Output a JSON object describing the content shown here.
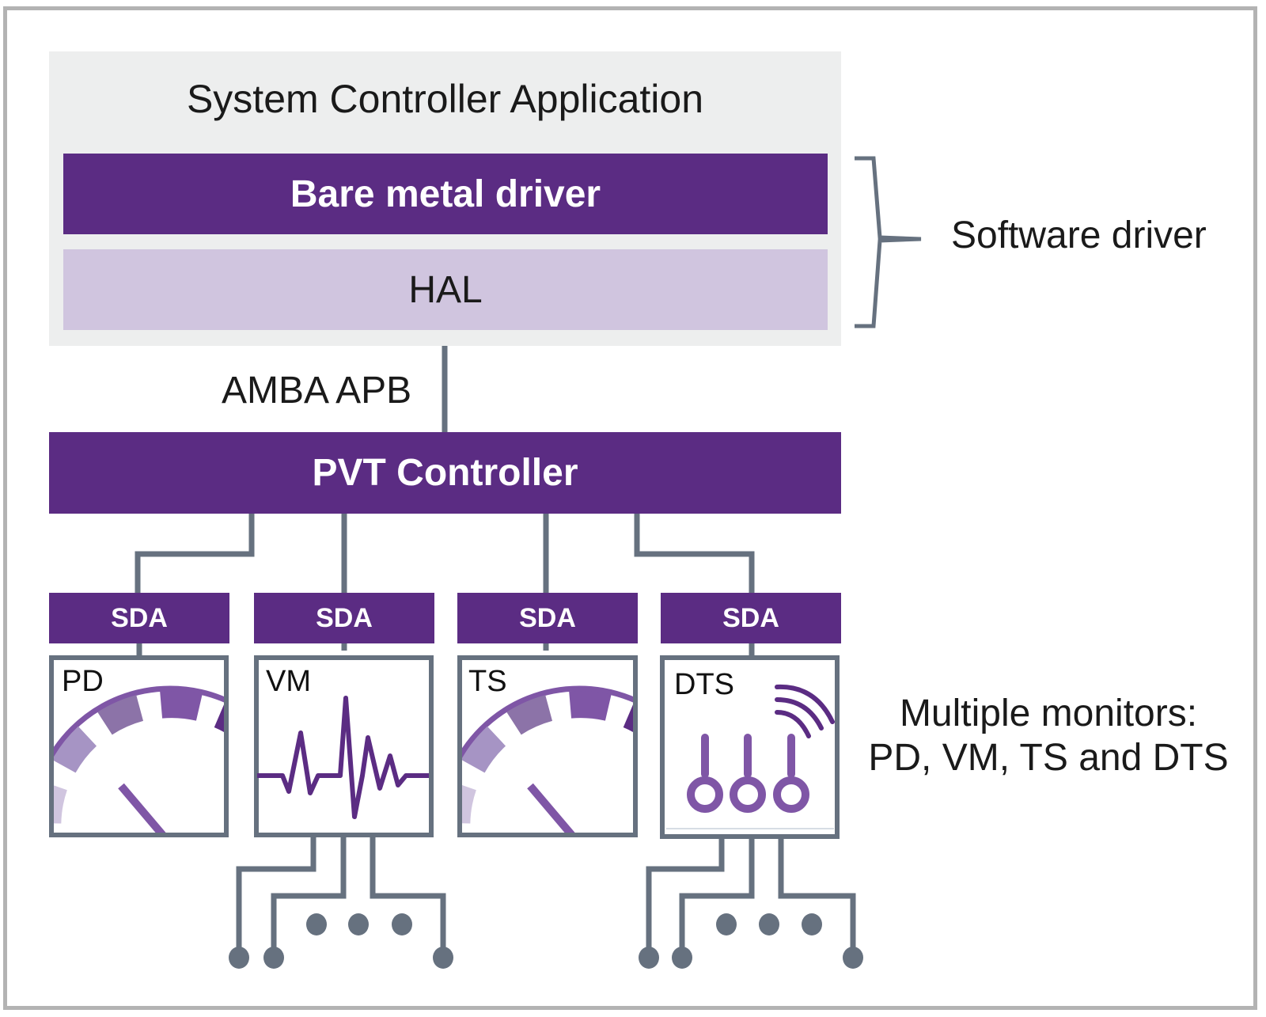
{
  "diagram": {
    "title": "System Controller Application",
    "software_stack": {
      "bare_metal_driver": "Bare metal driver",
      "hal": "HAL",
      "bracket_label": "Software driver"
    },
    "bus_label": "AMBA APB",
    "controller": "PVT Controller",
    "sda_blocks": [
      "SDA",
      "SDA",
      "SDA",
      "SDA"
    ],
    "monitors": [
      {
        "label": "PD",
        "icon": "gauge-icon"
      },
      {
        "label": "VM",
        "icon": "waveform-icon"
      },
      {
        "label": "TS",
        "icon": "gauge-icon"
      },
      {
        "label": "DTS",
        "icon": "thermometers-signal-icon"
      }
    ],
    "monitors_caption_line1": "Multiple monitors:",
    "monitors_caption_line2": "PD, VM, TS and DTS",
    "colors": {
      "primary_purple": "#5b2c83",
      "light_purple": "#d0c5df",
      "mid_purple": "#7f56a6",
      "connector_gray": "#66717f",
      "app_background": "#edeeee",
      "frame_border": "#b3b3b3"
    }
  }
}
